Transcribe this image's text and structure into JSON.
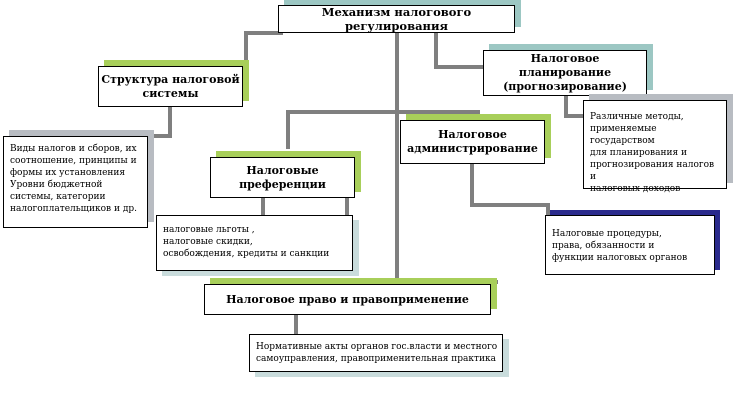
{
  "diagram": {
    "root": "Механизм налогового регулирования",
    "tax_system": {
      "title": "Структура налоговой\nсистемы",
      "description": "Виды налогов и сборов, их\nсоотношение, принципы и\nформы их установления\nУровни бюджетной\nсистемы, категории\nналогоплательщиков и др."
    },
    "tax_planning": {
      "title": "Налоговое планирование\n(прогнозирование)",
      "description": "Различные методы,\nприменяемые государством\nдля планирования и\nпрогнозирования налогов и\nналоговых доходов"
    },
    "tax_administration": {
      "title": "Налоговое\nадминистрирование",
      "description": "Налоговые процедуры,\nправа, обязанности и\nфункции налоговых органов"
    },
    "tax_preferences": {
      "title": "Налоговые\nпреференции",
      "description": "налоговые  льготы ,\nналоговые скидки,\nосвобождения, кредиты и санкции"
    },
    "tax_law": {
      "title": "Налоговое право и правоприменение",
      "description": "Нормативные акты органов гос.власти и местного\nсамоуправления, правоприменительная  практика"
    }
  },
  "colors": {
    "connector": "#7f7f7f",
    "shadow_green": "#a8cf5a",
    "shadow_teal": "#9cc7c3",
    "shadow_gray": "#b8bcc2",
    "shadow_navy": "#2a2a8c"
  }
}
